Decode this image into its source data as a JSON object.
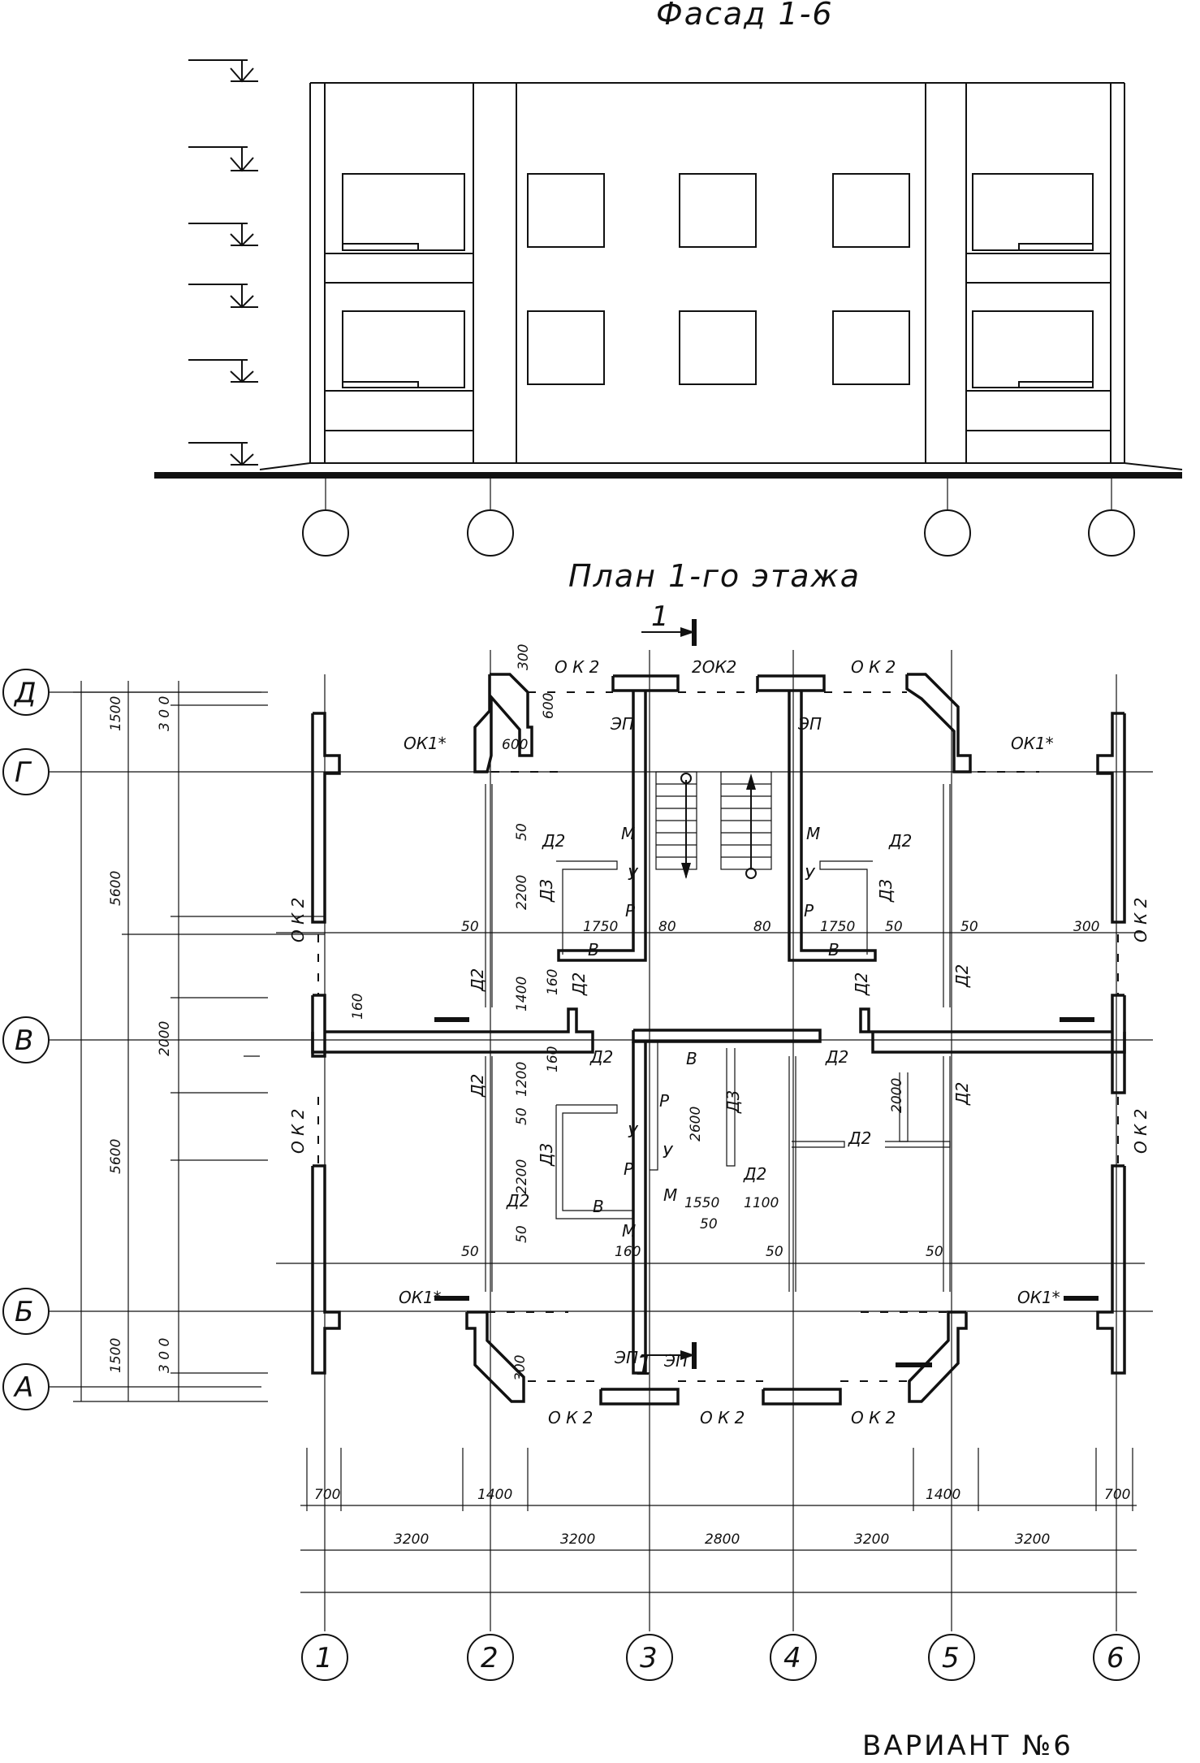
{
  "facade": {
    "title": "Фасад 1-6"
  },
  "plan": {
    "title": "План 1-го этажа",
    "section_mark": "1",
    "row_axes": [
      "Д",
      "Г",
      "В",
      "Б",
      "А"
    ],
    "column_axes": [
      "1",
      "2",
      "3",
      "4",
      "5",
      "6"
    ],
    "row_dims_outer": [
      "1500",
      "5600",
      "5600",
      "1500"
    ],
    "row_dims_inner": [
      "3 0 0",
      "2000",
      "3 0 0"
    ],
    "col_dims_total": [
      "3200",
      "3200",
      "2800",
      "3200",
      "3200"
    ],
    "col_dims_partial": [
      "700",
      "1400",
      "1400",
      "700"
    ],
    "labels": {
      "ok2": "О К 2",
      "two_ok2": "2ОК2",
      "ok1": "ОК1*",
      "ep": "ЭП",
      "m": "М",
      "u": "У",
      "r": "Р",
      "v": "В",
      "d2": "Д2",
      "d3": "Д3"
    },
    "dims": {
      "d300": "300",
      "d600": "600",
      "d50": "50",
      "d2200": "2200",
      "d1750": "1750",
      "d80": "80",
      "d1400": "1400",
      "d160": "160",
      "d1200": "1200",
      "d2600": "2600",
      "d2000": "2000",
      "d1550": "1550",
      "d1100": "1100"
    }
  },
  "footer": {
    "variant": "ВАРИАНТ №6"
  }
}
